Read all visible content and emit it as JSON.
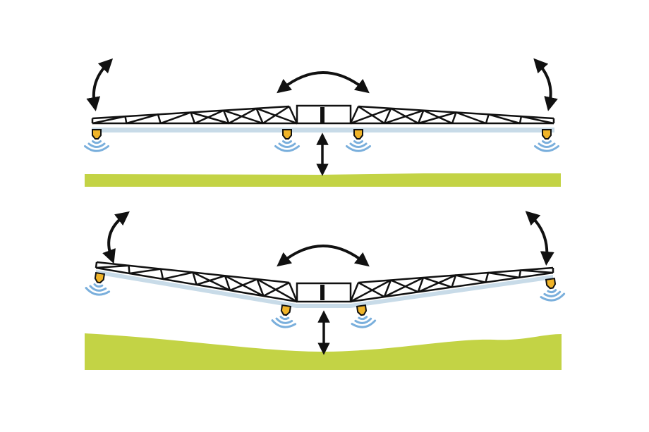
{
  "colors": {
    "background": "#ffffff",
    "boom_frame": "#111111",
    "boom_bar": "#c8dbe8",
    "nozzle": "#f0b429",
    "spray": "#7aafdc",
    "ground": "#c3d345",
    "arrow": "#111111"
  },
  "panels": [
    {
      "state": "level boom over flat ground",
      "nozzle_count": 4
    },
    {
      "state": "boom wings tilted following uneven ground",
      "nozzle_count": 4
    }
  ],
  "icons": [
    "curved-double-arrow-icon",
    "vertical-double-arrow-icon",
    "spray-nozzle-icon",
    "spray-wave-icon"
  ]
}
